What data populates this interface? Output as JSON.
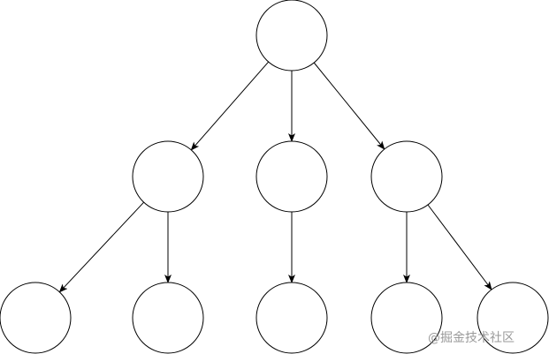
{
  "tree": {
    "nodes": [
      {
        "id": "root"
      },
      {
        "id": "n1"
      },
      {
        "id": "n2"
      },
      {
        "id": "n3"
      },
      {
        "id": "n1a"
      },
      {
        "id": "n1b"
      },
      {
        "id": "n2a"
      },
      {
        "id": "n3a"
      },
      {
        "id": "n3b"
      }
    ],
    "edges": [
      {
        "from": "root",
        "to": "n1"
      },
      {
        "from": "root",
        "to": "n2"
      },
      {
        "from": "root",
        "to": "n3"
      },
      {
        "from": "n1",
        "to": "n1a"
      },
      {
        "from": "n1",
        "to": "n1b"
      },
      {
        "from": "n2",
        "to": "n2a"
      },
      {
        "from": "n3",
        "to": "n3a"
      },
      {
        "from": "n3",
        "to": "n3b"
      }
    ]
  },
  "watermark": {
    "text": "@掘金技术社区"
  }
}
